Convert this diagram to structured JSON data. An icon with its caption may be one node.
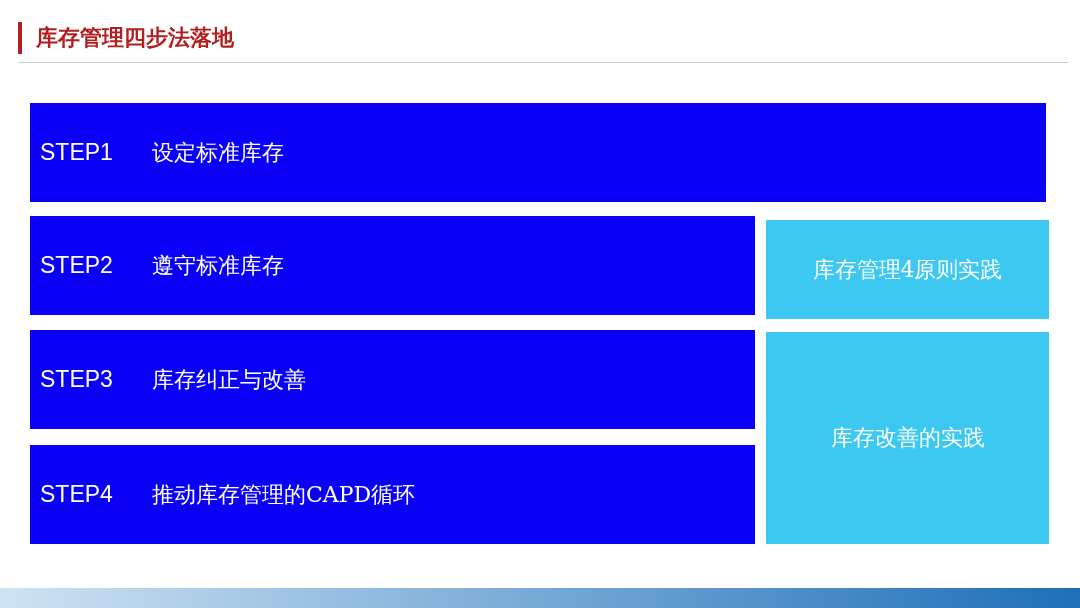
{
  "diagram": {
    "title": "库存管理四步法落地",
    "nodes": [
      {
        "text": [
          "STEP1",
          "设定标准库存"
        ]
      },
      {
        "text": [
          "STEP2",
          "遵守标准库存"
        ]
      },
      {
        "text": [
          "STEP3",
          "库存纠正与改善"
        ]
      },
      {
        "text": [
          "STEP4",
          "推动库存管理的CAPD循环"
        ]
      },
      {
        "text": [
          "库存管理4原则实践"
        ]
      },
      {
        "text": [
          "库存改善的实践"
        ]
      }
    ],
    "edges": []
  }
}
